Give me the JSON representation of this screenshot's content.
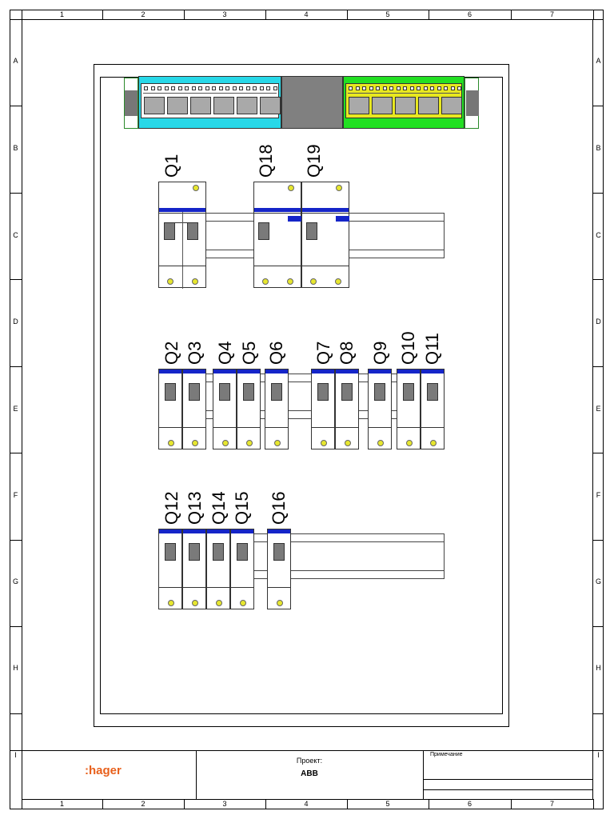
{
  "ruler": {
    "columns": [
      "1",
      "2",
      "3",
      "4",
      "5",
      "6",
      "7"
    ],
    "rows": [
      "A",
      "B",
      "C",
      "D",
      "E",
      "F",
      "G",
      "H",
      "I"
    ]
  },
  "terminal_blocks": {
    "left_color": "#28d8e8",
    "right_color": "#22e022",
    "middle_color": "#808080"
  },
  "breakers": {
    "q1": "Q1",
    "q18": "Q18",
    "q19": "Q19",
    "q2": "Q2",
    "q3": "Q3",
    "q4": "Q4",
    "q5": "Q5",
    "q6": "Q6",
    "q7": "Q7",
    "q8": "Q8",
    "q9": "Q9",
    "q10": "Q10",
    "q11": "Q11",
    "q12": "Q12",
    "q13": "Q13",
    "q14": "Q14",
    "q15": "Q15",
    "q16": "Q16"
  },
  "title_block": {
    "logo": ":hager",
    "logo_color": "#e8601c",
    "project_label": "Проект:",
    "project_name": "ABB",
    "note_label": "Примечание"
  }
}
